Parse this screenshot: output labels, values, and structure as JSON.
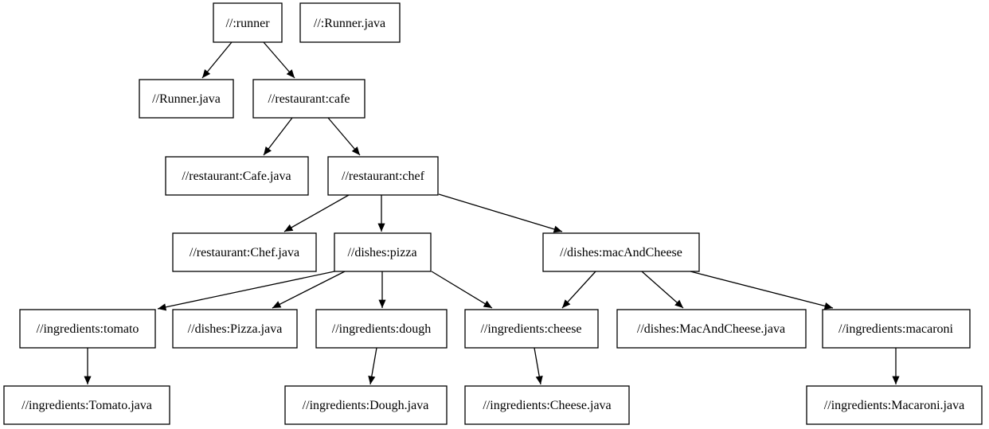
{
  "diagram": {
    "kind": "dependency-graph",
    "background_color": "#ffffff",
    "node_fill_color": "#ffffff",
    "node_border_color": "#000000",
    "edge_color": "#000000",
    "text_color": "#000000"
  },
  "nodes": [
    {
      "id": "runner",
      "label": "//:runner"
    },
    {
      "id": "runner-java-root",
      "label": "//:Runner.java"
    },
    {
      "id": "runner-java",
      "label": "//Runner.java"
    },
    {
      "id": "cafe",
      "label": "//restaurant:cafe"
    },
    {
      "id": "cafe-java",
      "label": "//restaurant:Cafe.java"
    },
    {
      "id": "chef",
      "label": "//restaurant:chef"
    },
    {
      "id": "chef-java",
      "label": "//restaurant:Chef.java"
    },
    {
      "id": "pizza",
      "label": "//dishes:pizza"
    },
    {
      "id": "mac-and-cheese",
      "label": "//dishes:macAndCheese"
    },
    {
      "id": "tomato",
      "label": "//ingredients:tomato"
    },
    {
      "id": "pizza-java",
      "label": "//dishes:Pizza.java"
    },
    {
      "id": "dough",
      "label": "//ingredients:dough"
    },
    {
      "id": "cheese",
      "label": "//ingredients:cheese"
    },
    {
      "id": "mac-and-cheese-java",
      "label": "//dishes:MacAndCheese.java"
    },
    {
      "id": "macaroni",
      "label": "//ingredients:macaroni"
    },
    {
      "id": "tomato-java",
      "label": "//ingredients:Tomato.java"
    },
    {
      "id": "dough-java",
      "label": "//ingredients:Dough.java"
    },
    {
      "id": "cheese-java",
      "label": "//ingredients:Cheese.java"
    },
    {
      "id": "macaroni-java",
      "label": "//ingredients:Macaroni.java"
    }
  ],
  "edges": [
    {
      "from": "runner",
      "to": "runner-java"
    },
    {
      "from": "runner",
      "to": "cafe"
    },
    {
      "from": "cafe",
      "to": "cafe-java"
    },
    {
      "from": "cafe",
      "to": "chef"
    },
    {
      "from": "chef",
      "to": "chef-java"
    },
    {
      "from": "chef",
      "to": "pizza"
    },
    {
      "from": "chef",
      "to": "mac-and-cheese"
    },
    {
      "from": "pizza",
      "to": "tomato"
    },
    {
      "from": "pizza",
      "to": "pizza-java"
    },
    {
      "from": "pizza",
      "to": "dough"
    },
    {
      "from": "pizza",
      "to": "cheese"
    },
    {
      "from": "mac-and-cheese",
      "to": "cheese"
    },
    {
      "from": "mac-and-cheese",
      "to": "mac-and-cheese-java"
    },
    {
      "from": "mac-and-cheese",
      "to": "macaroni"
    },
    {
      "from": "tomato",
      "to": "tomato-java"
    },
    {
      "from": "dough",
      "to": "dough-java"
    },
    {
      "from": "cheese",
      "to": "cheese-java"
    },
    {
      "from": "macaroni",
      "to": "macaroni-java"
    }
  ]
}
